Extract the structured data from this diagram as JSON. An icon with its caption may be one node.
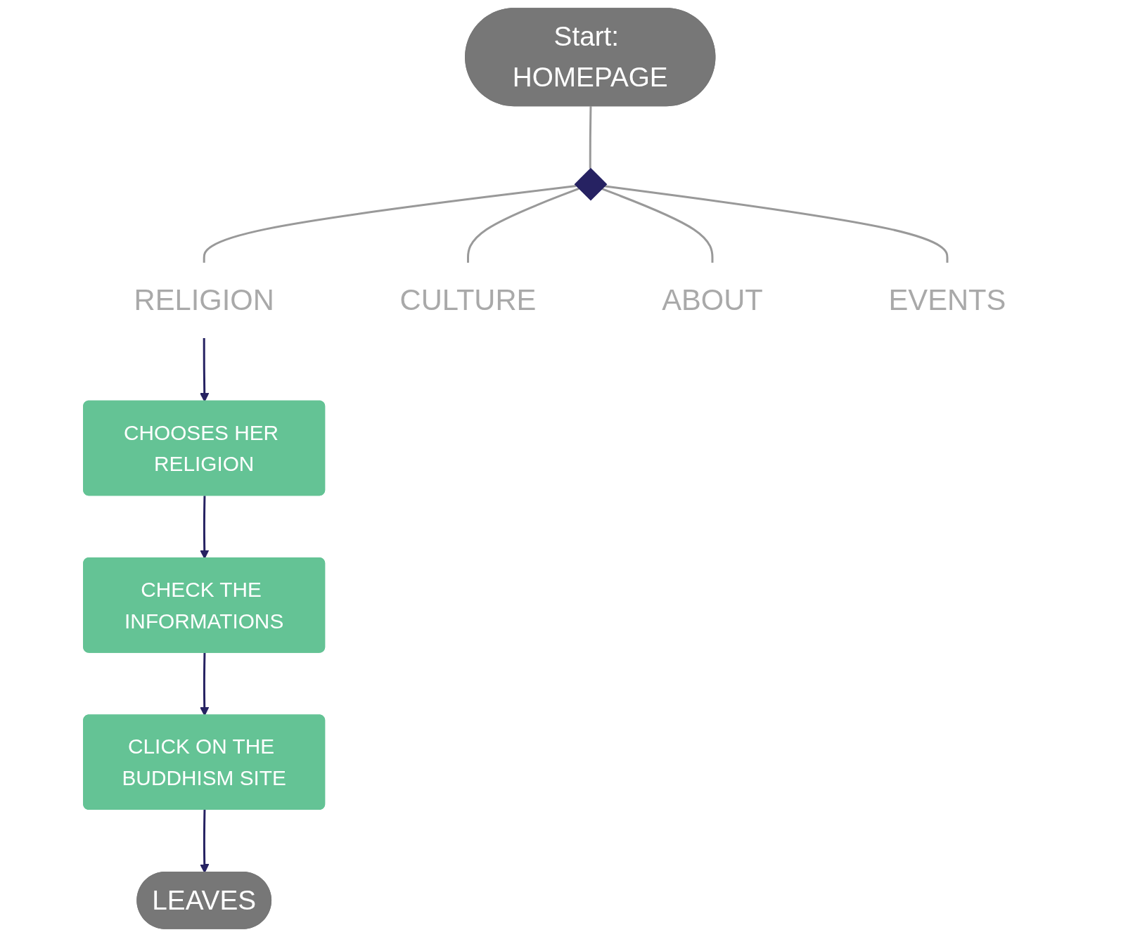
{
  "diagram": {
    "nodes": [
      {
        "text": [
          "Start: HOMEPAGE"
        ]
      },
      {
        "text": [],
        "shape": "diamond"
      },
      {
        "text": [
          "RELIGION"
        ]
      },
      {
        "text": [
          "CULTURE"
        ]
      },
      {
        "text": [
          "ABOUT"
        ]
      },
      {
        "text": [
          "EVENTS"
        ]
      },
      {
        "text": [
          "CHOOSES HER RELIGION"
        ]
      },
      {
        "text": [
          "CHECK THE INFORMATIONS"
        ]
      },
      {
        "text": [
          "CLICK ON THE BUDDHISM SITE"
        ]
      },
      {
        "text": [
          "LEAVES"
        ]
      }
    ],
    "edges": [
      {
        "from": 0,
        "to": 1,
        "arrow": "none"
      },
      {
        "from": 1,
        "to": 2,
        "arrow": "none"
      },
      {
        "from": 1,
        "to": 3,
        "arrow": "none"
      },
      {
        "from": 1,
        "to": 4,
        "arrow": "none"
      },
      {
        "from": 1,
        "to": 5,
        "arrow": "none"
      },
      {
        "from": 2,
        "to": 6,
        "arrow": "to",
        "color": "#262262"
      },
      {
        "from": 6,
        "to": 7,
        "arrow": "to",
        "color": "#262262"
      },
      {
        "from": 7,
        "to": 8,
        "arrow": "to",
        "color": "#262262"
      },
      {
        "from": 8,
        "to": 9,
        "arrow": "to",
        "color": "#262262"
      }
    ]
  }
}
